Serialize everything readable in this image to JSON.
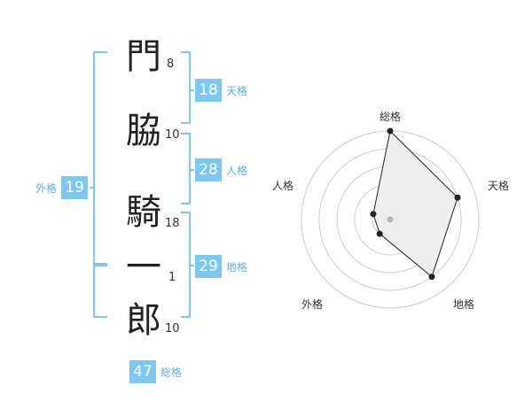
{
  "name": {
    "chars": [
      {
        "char": "門",
        "strokes": "8"
      },
      {
        "char": "脇",
        "strokes": "10"
      },
      {
        "char": "騎",
        "strokes": "18"
      },
      {
        "char": "一",
        "strokes": "1"
      },
      {
        "char": "郎",
        "strokes": "10"
      }
    ]
  },
  "kakusu": {
    "tenkaku": {
      "value": "18",
      "label": "天格"
    },
    "jinkaku": {
      "value": "28",
      "label": "人格"
    },
    "chikaku": {
      "value": "29",
      "label": "地格"
    },
    "gaikaku": {
      "value": "19",
      "label": "外格"
    },
    "soukaku": {
      "value": "47",
      "label": "総格"
    }
  },
  "radar": {
    "axes": [
      "総格",
      "天格",
      "地格",
      "外格",
      "人格"
    ],
    "levels": 5,
    "values": [
      5,
      4,
      4,
      1,
      1
    ],
    "colors": {
      "grid": "#cccccc",
      "fill": "#eeeeee",
      "line": "#222222",
      "point": "#222222",
      "center": "#bbbbbb"
    }
  },
  "colors": {
    "bracket": "#7cc8f1",
    "badge": "#7cc8f1",
    "label": "#5db1e2"
  }
}
